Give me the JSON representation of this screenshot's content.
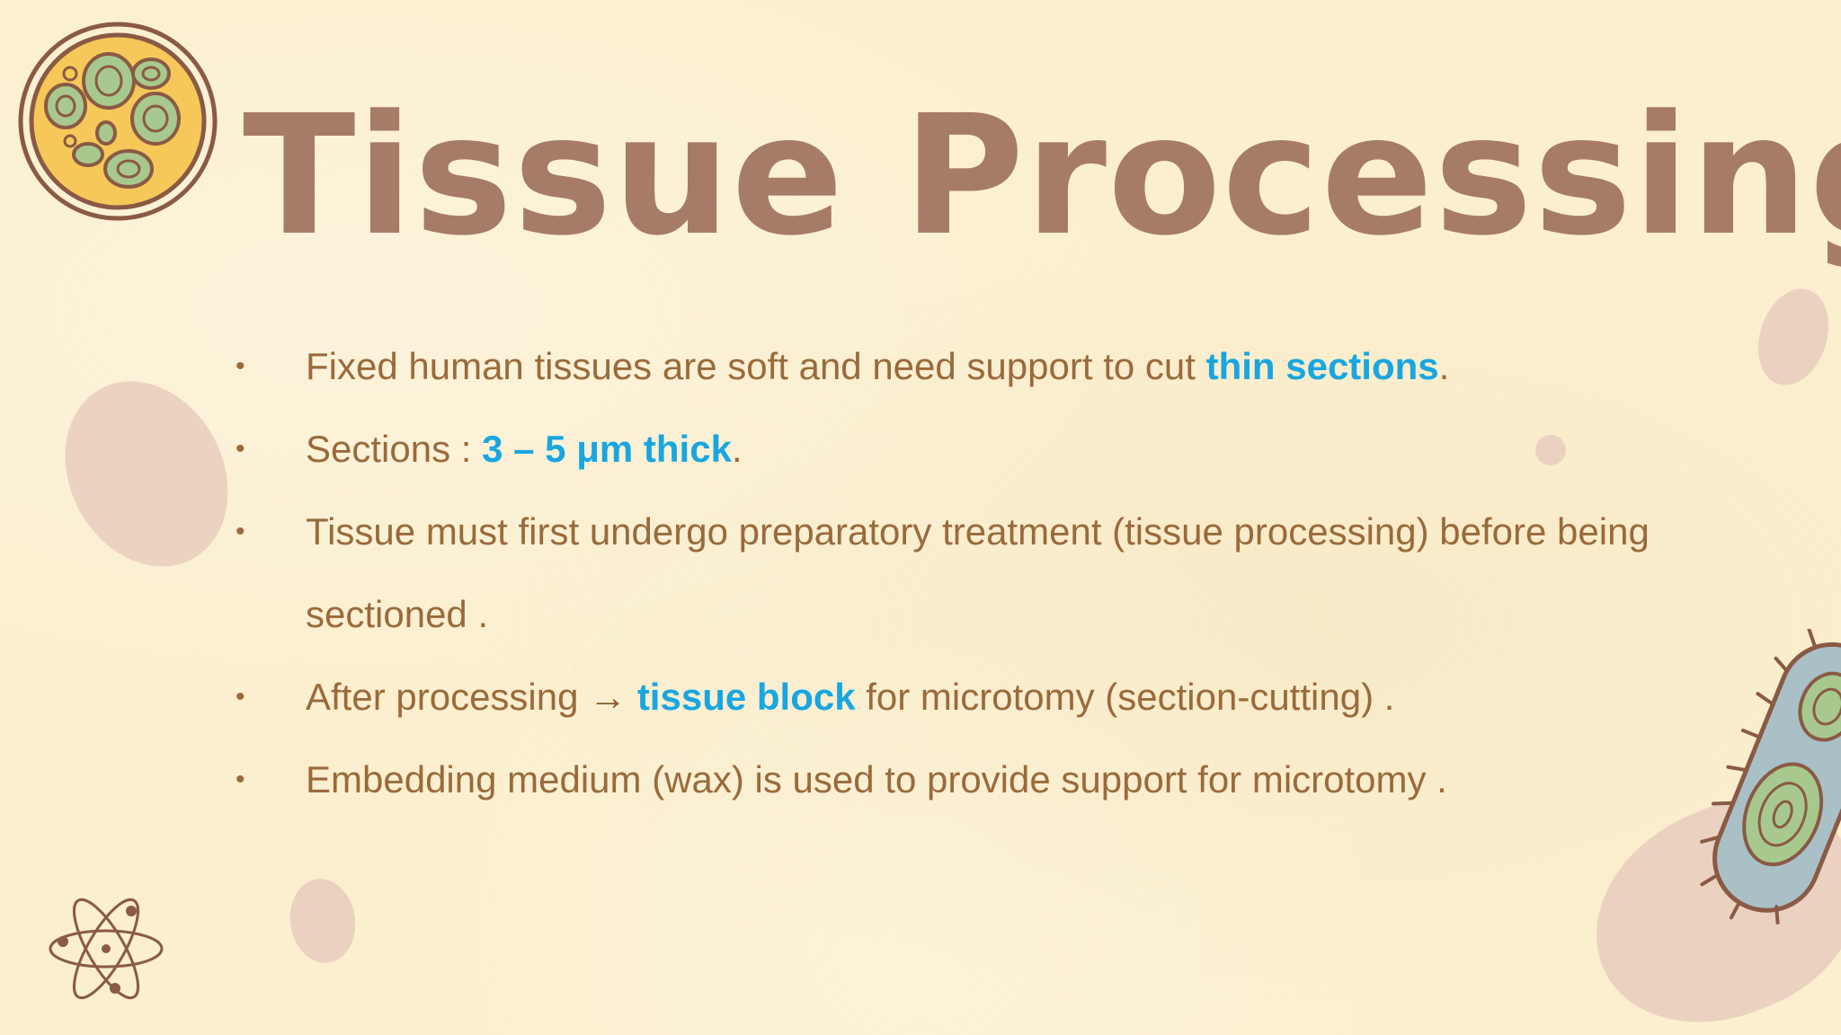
{
  "slide": {
    "title": "Tissue Processing",
    "bullets": [
      {
        "text_before": "Fixed human tissues are soft and need support to cut ",
        "highlight": "thin sections",
        "text_after": "."
      },
      {
        "text_before": "Sections : ",
        "highlight": "3 – 5 μm thick",
        "text_after": "."
      },
      {
        "text": "Tissue must first undergo preparatory treatment (tissue processing) before being sectioned ."
      },
      {
        "text_before": "After processing ",
        "arrow": "→",
        "highlight": " tissue block",
        "text_after": " for microtomy (section-cutting) ."
      },
      {
        "text": "Embedding medium (wax) is used to provide support for microtomy ."
      }
    ],
    "bullet_symbol": "•"
  },
  "colors": {
    "background": "#fbefcf",
    "title": "#a67b67",
    "body_text": "#9a6a3b",
    "highlight": "#19a6e0",
    "blob": "#e8cdbd"
  },
  "icons": {
    "top_left": "cell-icon",
    "bottom_left": "atom-icon",
    "right": "bacteria-icon"
  }
}
